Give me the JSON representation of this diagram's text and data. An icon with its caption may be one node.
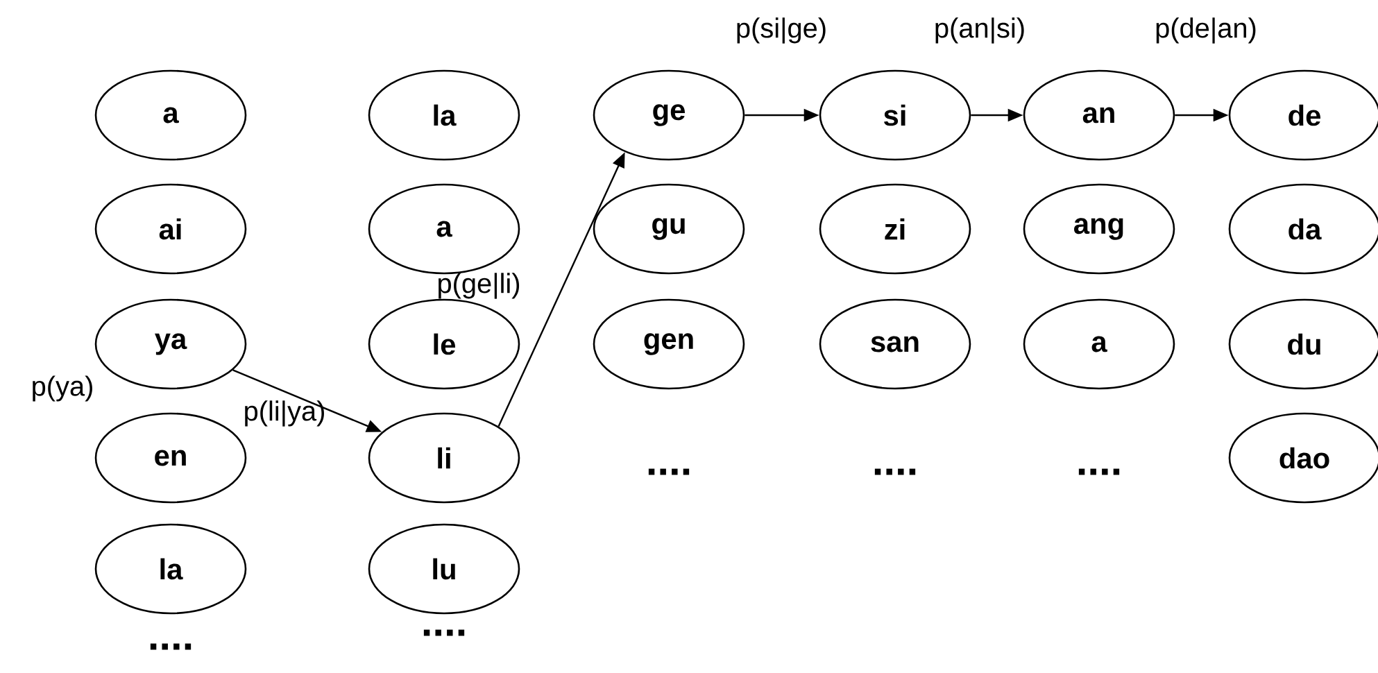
{
  "diagram": {
    "nodes": [
      {
        "text": [
          "a"
        ]
      },
      {
        "text": [
          "ai"
        ]
      },
      {
        "text": [
          "ya"
        ]
      },
      {
        "text": [
          "en"
        ]
      },
      {
        "text": [
          "la"
        ]
      },
      {
        "text": [
          "la"
        ]
      },
      {
        "text": [
          "a"
        ]
      },
      {
        "text": [
          "le"
        ]
      },
      {
        "text": [
          "li"
        ]
      },
      {
        "text": [
          "lu"
        ]
      },
      {
        "text": [
          "ge"
        ]
      },
      {
        "text": [
          "gu"
        ]
      },
      {
        "text": [
          "gen"
        ]
      },
      {
        "text": [
          "si"
        ]
      },
      {
        "text": [
          "zi"
        ]
      },
      {
        "text": [
          "san"
        ]
      },
      {
        "text": [
          "an"
        ]
      },
      {
        "text": [
          "ang"
        ]
      },
      {
        "text": [
          "a"
        ]
      },
      {
        "text": [
          "de"
        ]
      },
      {
        "text": [
          "da"
        ]
      },
      {
        "text": [
          "du"
        ]
      },
      {
        "text": [
          "dao"
        ]
      }
    ],
    "edges": [
      {
        "from": 2,
        "to": 8,
        "arrow": "to",
        "label": "p(li|ya)"
      },
      {
        "from": 8,
        "to": 10,
        "arrow": "to",
        "label": "p(ge|li)"
      },
      {
        "from": 10,
        "to": 13,
        "arrow": "to",
        "label": "p(si|ge)"
      },
      {
        "from": 13,
        "to": 16,
        "arrow": "to",
        "label": "p(an|si)"
      },
      {
        "from": 16,
        "to": 19,
        "arrow": "to",
        "label": "p(de|an)"
      }
    ],
    "labels": [
      "p(ya)",
      "....",
      "....",
      "....",
      "....",
      "...."
    ]
  }
}
